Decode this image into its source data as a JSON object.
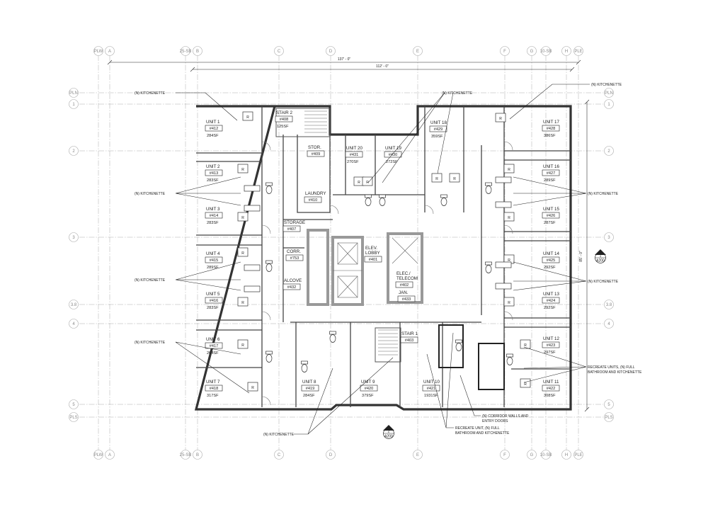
{
  "grid": {
    "columns": [
      "A",
      "B",
      "C",
      "D",
      "E",
      "F",
      "G",
      "H"
    ],
    "column_aux": [
      "PLW",
      "25-SB",
      "10-SB",
      "PLE"
    ],
    "rows": [
      "1",
      "2",
      "3",
      "3.8",
      "4",
      "5"
    ],
    "row_aux": [
      "PLN",
      "PLS"
    ]
  },
  "dimensions": {
    "overall": "137' - 0\"",
    "inner": "112' - 0\"",
    "vertical": "85' - 0\""
  },
  "section_marks": [
    {
      "number": "1",
      "sheet": "A200"
    },
    {
      "number": "2",
      "sheet": "A200"
    }
  ],
  "rooms": [
    {
      "name": "UNIT 1",
      "number": "#412",
      "area": "284SF"
    },
    {
      "name": "STAIR 2",
      "number": "#408",
      "area": "125SF"
    },
    {
      "name": "UNIT 2",
      "number": "#413",
      "area": "283SF"
    },
    {
      "name": "UNIT 3",
      "number": "#414",
      "area": "283SF"
    },
    {
      "name": "UNIT 4",
      "number": "#415",
      "area": "289SF"
    },
    {
      "name": "UNIT 5",
      "number": "#416",
      "area": "283SF"
    },
    {
      "name": "UNIT 6",
      "number": "#417",
      "area": "264SF"
    },
    {
      "name": "UNIT 7",
      "number": "#418",
      "area": "317SF"
    },
    {
      "name": "UNIT 8",
      "number": "#419",
      "area": "284SF"
    },
    {
      "name": "UNIT 9",
      "number": "#420",
      "area": "379SF"
    },
    {
      "name": "UNIT 10",
      "number": "#421",
      "area": "1931SF"
    },
    {
      "name": "UNIT 11",
      "number": "#422",
      "area": "308SF"
    },
    {
      "name": "UNIT 12",
      "number": "#423",
      "area": "297SF"
    },
    {
      "name": "UNIT 13",
      "number": "#424",
      "area": "292SF"
    },
    {
      "name": "UNIT 14",
      "number": "#425",
      "area": "292SF"
    },
    {
      "name": "UNIT 15",
      "number": "#426",
      "area": "287SF"
    },
    {
      "name": "UNIT 16",
      "number": "#427",
      "area": "289SF"
    },
    {
      "name": "UNIT 17",
      "number": "#428",
      "area": "386SF"
    },
    {
      "name": "UNIT 18",
      "number": "#429",
      "area": "359SF"
    },
    {
      "name": "UNIT 19",
      "number": "#430",
      "area": "272SF"
    },
    {
      "name": "UNIT 20",
      "number": "#431",
      "area": "270SF"
    },
    {
      "name": "STOR.",
      "number": "#409",
      "area": ""
    },
    {
      "name": "LAUNDRY",
      "number": "#410",
      "area": ""
    },
    {
      "name": "STORAGE",
      "number": "#407",
      "area": ""
    },
    {
      "name": "CORR.",
      "number": "#753",
      "area": ""
    },
    {
      "name": "ALCOVE",
      "number": "#432",
      "area": ""
    },
    {
      "name": "ELEV. LOBBY",
      "number": "#401",
      "area": ""
    },
    {
      "name": "ELEC./ TELECOM",
      "number": "#402",
      "area": ""
    },
    {
      "name": "JAN.",
      "number": "#433",
      "area": ""
    },
    {
      "name": "STAIR 1",
      "number": "#403",
      "area": ""
    }
  ],
  "notes": {
    "kitchenette": "(N) KITCHENETTE",
    "recreate_full_1": "RECREATE UNITS, (N) FULL",
    "recreate_full_2": "BATHROOM AND KITCHENETTE",
    "recreate_unit_1": "RECREATE UNIT, (N) FULL",
    "recreate_unit_2": "BATHROOM AND KITCHENETTE",
    "corridor_1": "(N) CORRIDOR WALLS AND",
    "corridor_2": "ENTRY DOORS"
  },
  "fixture_label": "R"
}
